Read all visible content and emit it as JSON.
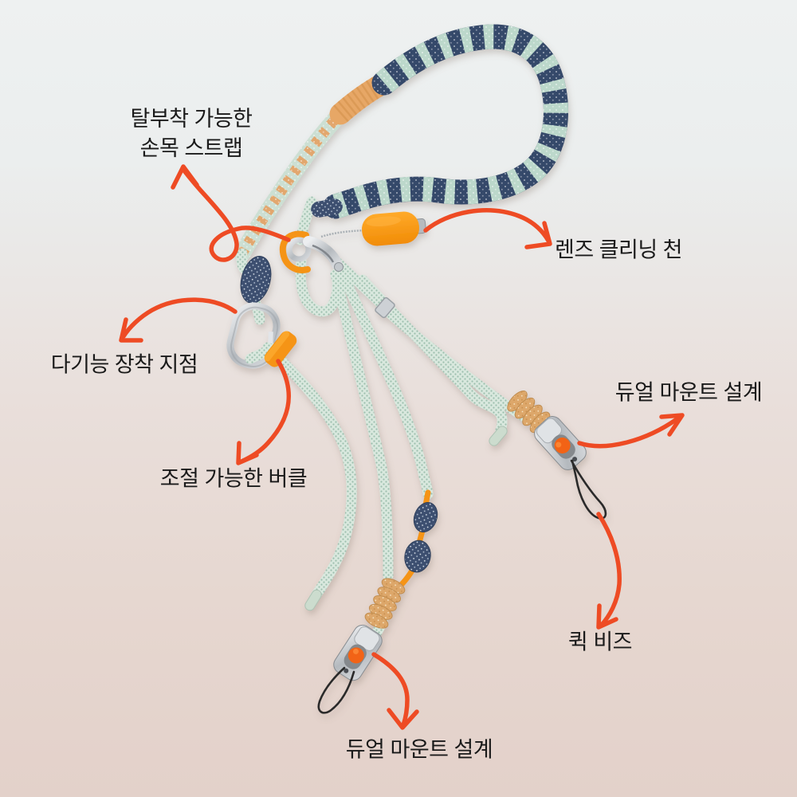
{
  "colors": {
    "bg_top": "#eef1f1",
    "bg_bottom": "#e3d1ca",
    "arrow": "#ee4b24",
    "text": "#1a1a1a",
    "rope_mint": "#d9e8de",
    "strap_navy": "#36496b",
    "strap_mint": "#bcd8cb",
    "wrap_tan": "#e2a76e",
    "accent_orange": "#f59413",
    "metal": "#c6cacd",
    "cord_black": "#2a2a2a"
  },
  "annotations": {
    "wrist_strap": {
      "line1": "탈부착 가능한",
      "line2": "손목 스트랩"
    },
    "lens_cloth": {
      "label": "렌즈 클리닝 천"
    },
    "mount_point": {
      "label": "다기능 장착 지점"
    },
    "buckle": {
      "label": "조절 가능한 버클"
    },
    "dual_mount_right": {
      "label": "듀얼 마운트 설계"
    },
    "quick_beads": {
      "label": "퀵 비즈"
    },
    "dual_mount_bottom": {
      "label": "듀얼 마운트 설계"
    }
  }
}
